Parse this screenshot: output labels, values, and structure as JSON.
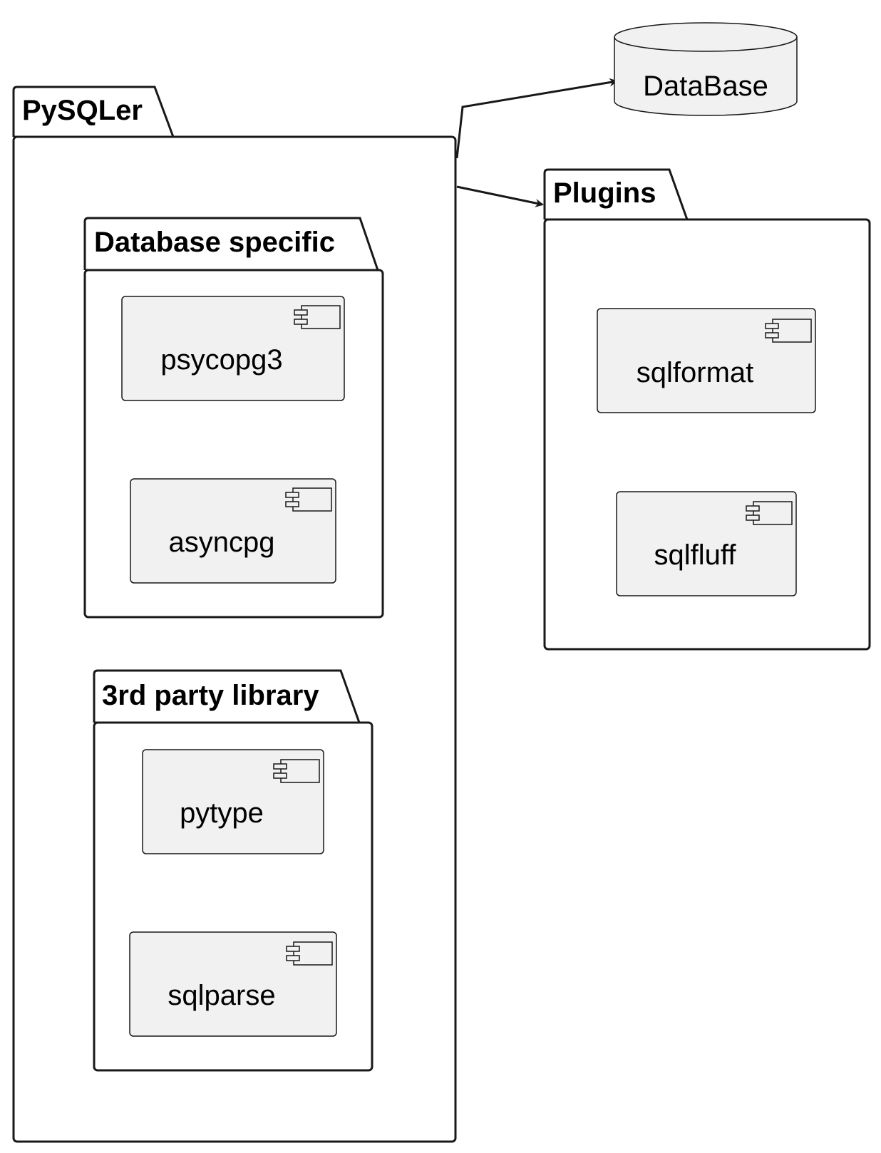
{
  "colors": {
    "stroke": "#181818",
    "component_fill": "#f1f1f1",
    "package_fill": "#ffffff",
    "arrow": "#181818"
  },
  "packages": {
    "pysqler": "PySQLer",
    "database_specific": "Database specific",
    "third_party": "3rd party library",
    "plugins": "Plugins"
  },
  "components": {
    "psycopg3": "psycopg3",
    "asyncpg": "asyncpg",
    "pytype": "pytype",
    "sqlparse": "sqlparse",
    "sqlformat": "sqlformat",
    "sqlfluff": "sqlfluff"
  },
  "database": "DataBase",
  "icons": {
    "component": "uml-component-icon",
    "database": "cylinder-database-icon"
  },
  "relations": [
    {
      "from": "PySQLer",
      "to": "DataBase"
    },
    {
      "from": "PySQLer",
      "to": "Plugins"
    }
  ]
}
